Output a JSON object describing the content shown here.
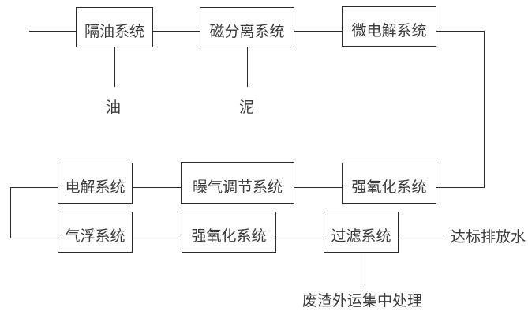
{
  "colors": {
    "background": "#ffffff",
    "line": "#2b2b2b",
    "text": "#3a3a3a"
  },
  "nodes": [
    {
      "id": "oil-separation",
      "label": "隔油系统"
    },
    {
      "id": "magnetic-separation",
      "label": "磁分离系统"
    },
    {
      "id": "micro-electrolysis",
      "label": "微电解系统"
    },
    {
      "id": "electrolysis",
      "label": "电解系统"
    },
    {
      "id": "aeration-regulation",
      "label": "曝气调节系统"
    },
    {
      "id": "strong-oxidation-upper",
      "label": "强氧化系统"
    },
    {
      "id": "air-flotation",
      "label": "气浮系统"
    },
    {
      "id": "strong-oxidation-lower",
      "label": "强氧化系统"
    },
    {
      "id": "filtration",
      "label": "过滤系统"
    }
  ],
  "labels": {
    "oil": "油",
    "sludge": "泥",
    "discharge": "达标排放水",
    "residue": "废渣外运集中处理"
  },
  "edges": [
    {
      "from": "inlet",
      "to": "隔油系统"
    },
    {
      "from": "隔油系统",
      "to": "磁分离系统"
    },
    {
      "from": "隔油系统",
      "to": "油"
    },
    {
      "from": "磁分离系统",
      "to": "微电解系统"
    },
    {
      "from": "磁分离系统",
      "to": "泥"
    },
    {
      "from": "微电解系统",
      "to": "强氧化系统(上)"
    },
    {
      "from": "强氧化系统(上)",
      "to": "曝气调节系统"
    },
    {
      "from": "曝气调节系统",
      "to": "电解系统"
    },
    {
      "from": "电解系统",
      "to": "气浮系统"
    },
    {
      "from": "气浮系统",
      "to": "强氧化系统(下)"
    },
    {
      "from": "强氧化系统(下)",
      "to": "过滤系统"
    },
    {
      "from": "过滤系统",
      "to": "达标排放水"
    },
    {
      "from": "过滤系统",
      "to": "废渣外运集中处理"
    }
  ]
}
